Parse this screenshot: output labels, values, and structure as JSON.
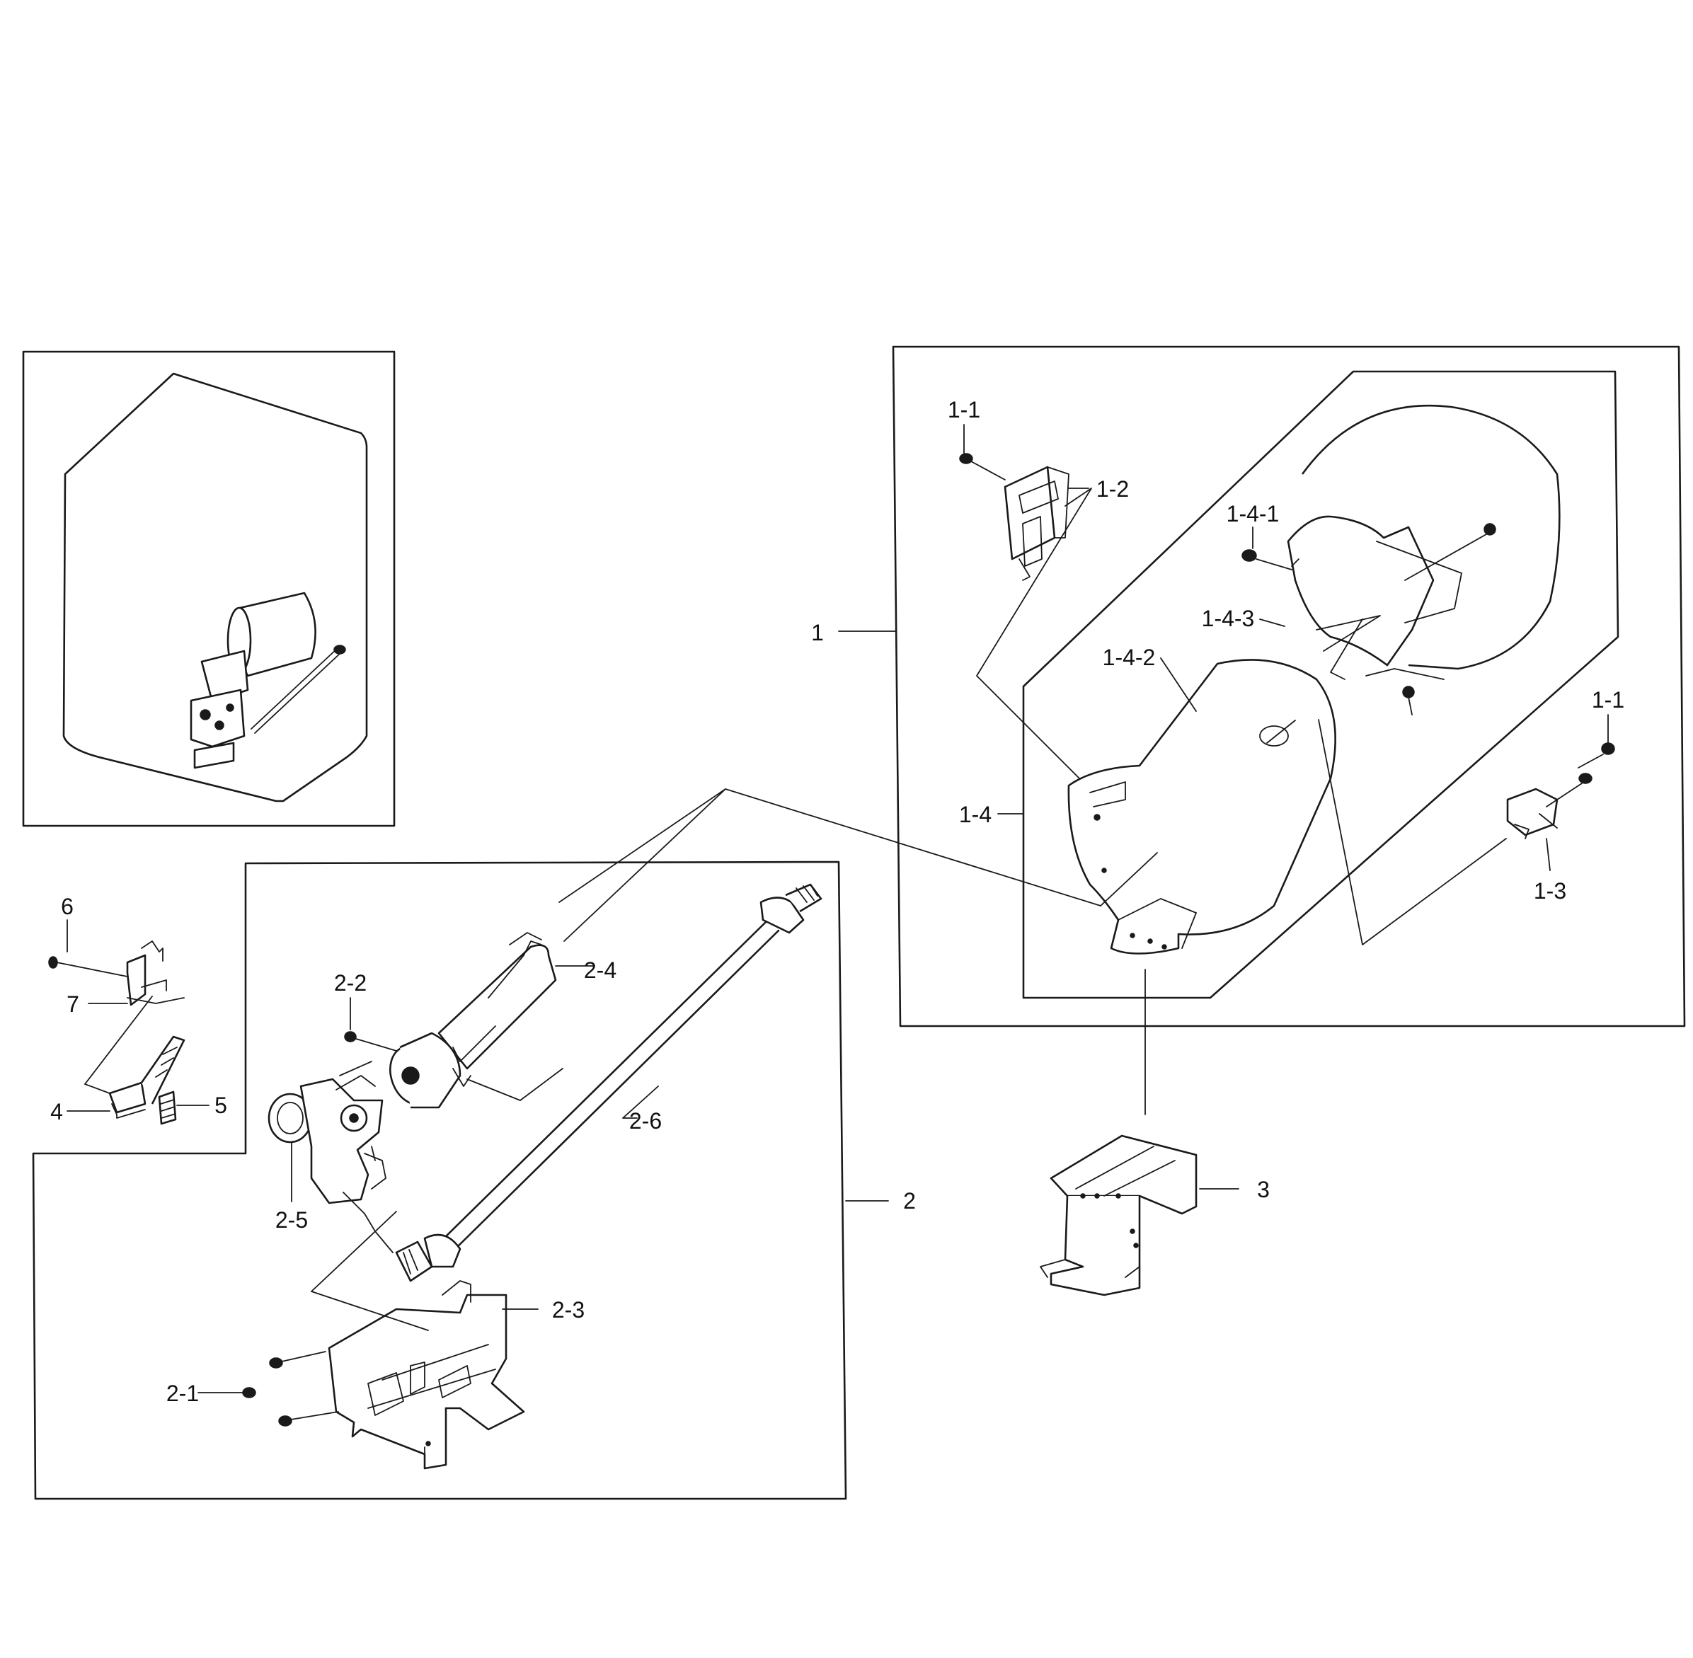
{
  "labels": {
    "l_1": "1",
    "l_1_1a": "1-1",
    "l_1_1b": "1-1",
    "l_1_2": "1-2",
    "l_1_3": "1-3",
    "l_1_4": "1-4",
    "l_1_4_1": "1-4-1",
    "l_1_4_2": "1-4-2",
    "l_1_4_3": "1-4-3",
    "l_2": "2",
    "l_2_1": "2-1",
    "l_2_2": "2-2",
    "l_2_3": "2-3",
    "l_2_4": "2-4",
    "l_2_5": "2-5",
    "l_2_6": "2-6",
    "l_3": "3",
    "l_4": "4",
    "l_5": "5",
    "l_6": "6",
    "l_7": "7"
  }
}
